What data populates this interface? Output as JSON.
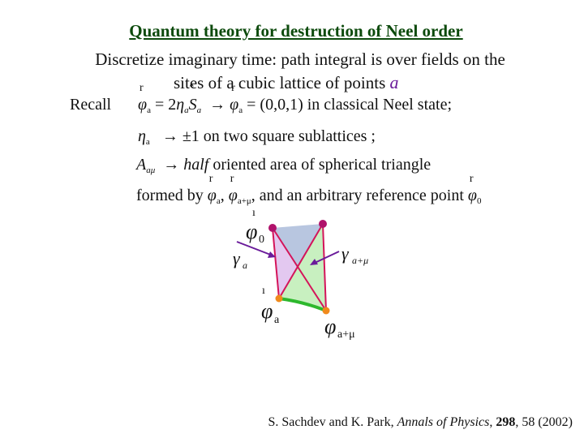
{
  "title": "Quantum theory for destruction of Neel order",
  "subtitle": {
    "line1": "Discretize imaginary time: path integral is over fields on the",
    "line2": "sites of a cubic lattice of points",
    "var": "a"
  },
  "recall": {
    "label": "Recall",
    "line1": {
      "phi": "φ",
      "sub_a": "a",
      "eq": "= 2",
      "eta": "η",
      "sub_a2": "a",
      "S": "S",
      "sub_a3": "a",
      "arrow": "→",
      "phi2": "φ",
      "sub_a4": "a",
      "rest": "= (0,0,1) in classical Neel state;"
    },
    "line2": {
      "eta": "η",
      "sub_a": "a",
      "arrow": "→",
      "rest": "±1 on two square sublattices ;"
    },
    "line3": {
      "A": "A",
      "sub": "aμ",
      "arrow": "→",
      "half": "half",
      "rest": "oriented area of spherical triangle"
    },
    "line4": {
      "formed_by": "formed by",
      "phi_a": "φ",
      "sub_a": "a",
      "comma1": ",",
      "phi_amu": "φ",
      "sub_amu": "a+μ",
      "comma2": ",",
      "mid": "and an arbitrary reference point",
      "phi_0": "φ",
      "sub_0": "0"
    }
  },
  "diagram": {
    "label_phi0": "φ",
    "label_phi0_sub": "0",
    "label_gamma_a": "γ",
    "label_gamma_a_sub": "a",
    "label_gamma_amu": "γ",
    "label_gamma_amu_sub": "a+μ",
    "label_phia": "φ",
    "label_phia_sub": "a",
    "label_phiamu": "φ",
    "label_phiamu_sub": "a+μ"
  },
  "citation": {
    "authors": "S. Sachdev and K. Park,",
    "journal": "Annals of Physics",
    "volume": "298",
    "rest": ", 58 (2002)"
  },
  "colors": {
    "title": "#0c4a0c",
    "variable": "#6a1b9a",
    "point_purple": "#b0126b",
    "point_orange": "#f08a1c",
    "arc_green": "#2db82d",
    "fill_blue": "#b8c6e0",
    "fill_violet": "#e3c8f0",
    "fill_green": "#c8f0c0",
    "edge_red": "#d4145a"
  }
}
